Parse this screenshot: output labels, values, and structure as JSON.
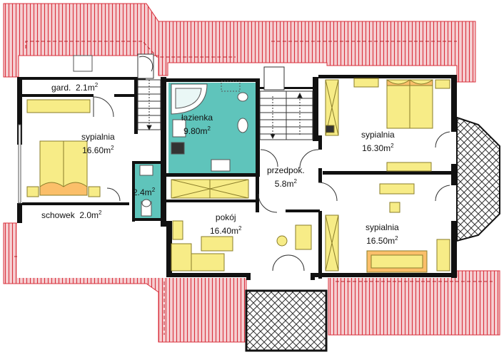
{
  "rooms": {
    "gard": {
      "name": "gard.",
      "area": "2.1m",
      "sup": "2"
    },
    "sypialnia_left": {
      "name": "sypialnia",
      "area": "16.60m",
      "sup": "2"
    },
    "lazienka": {
      "name": "łazienka",
      "area": "9.80m",
      "sup": "2"
    },
    "wc": {
      "area": "2.4m",
      "sup": "2"
    },
    "schowek": {
      "name": "schowek",
      "area": "2.0m",
      "sup": "2"
    },
    "przedpok": {
      "name": "przedpok.",
      "area": "5.8m",
      "sup": "2"
    },
    "pokoj": {
      "name": "pokój",
      "area": "16.40m",
      "sup": "2"
    },
    "sypialnia_top_right": {
      "name": "sypialnia",
      "area": "16.30m",
      "sup": "2"
    },
    "sypialnia_bottom_right": {
      "name": "sypialnia",
      "area": "16.50m",
      "sup": "2"
    }
  },
  "colors": {
    "roof_fill": "#f3c4c8",
    "roof_line": "#d9303c",
    "wall": "#111111",
    "floor": "#ffffff",
    "bathroom": "#5fc4bb",
    "furniture": "#f7ec87",
    "furniture_stroke": "#8a7d2a",
    "balcony_hatch": "#333333"
  }
}
